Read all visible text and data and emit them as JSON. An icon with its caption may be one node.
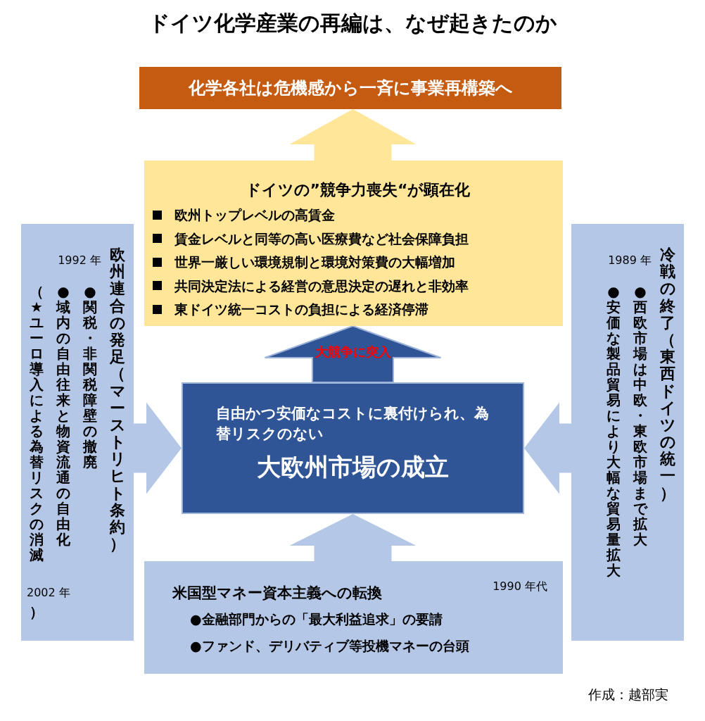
{
  "diagram": {
    "title": "ドイツ化学産業の再編は、なぜ起きたのか",
    "caption": "作成：越部実",
    "nodes": [
      {
        "text": [
          "化学各社は危機感から一斉に事業再構築へ"
        ]
      },
      {
        "text": [
          "ドイツの”**競争力喪失**“が顕在化",
          "欧州トップレベルの高賃金",
          "賃金レベルと同等の高い医療費など社会保障負担",
          "世界一厳しい環境規制と環境対策費の大幅増加",
          "共同決定法による経営の意思決定の遅れと非効率",
          "東ドイツ統一コストの負担による経済停滞"
        ]
      },
      {
        "text": [
          "1992 年",
          "欧州連合の発足（マーストリヒト条約）",
          "●関税・非関税障壁の撤廃",
          "●域内の自由往来と物資流通の自由化",
          "（★ユーロ導入による為替リスクの消滅",
          "2002 年",
          "）"
        ]
      },
      {
        "text": [
          "1989 年",
          "冷戦の終了（東西ドイツの統一）",
          "●西欧市場は中欧・東欧市場まで拡大",
          "●安価な製品貿易により大幅な貿易量拡大"
        ]
      },
      {
        "text": [
          "自由かつ安価なコストに裏付けられ、為替リスクのない",
          "大欧州市場の成立"
        ]
      },
      {
        "text": [
          "米国型マネー資本主義への転換",
          "1990 年代",
          "●金融部門からの「最大利益追求」の要請",
          "●ファンド、デリバティブ等投機マネーの台頭"
        ]
      }
    ],
    "edges": [
      {
        "from": 1,
        "to": 0,
        "arrow": "to",
        "color": "#ffe699"
      },
      {
        "from": 4,
        "to": 1,
        "arrow": "to",
        "label": "大競争に突入",
        "color": "#2f5597"
      },
      {
        "from": 2,
        "to": 4,
        "arrow": "to"
      },
      {
        "from": 3,
        "to": 4,
        "arrow": "to"
      },
      {
        "from": 5,
        "to": 4,
        "arrow": "to"
      }
    ]
  }
}
